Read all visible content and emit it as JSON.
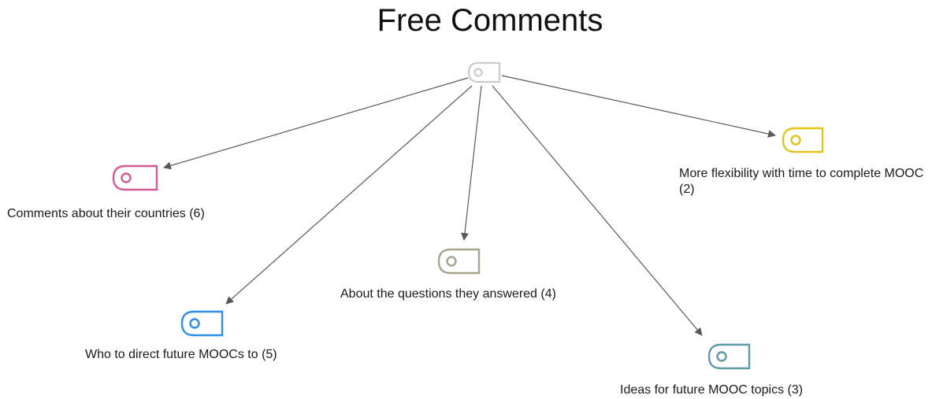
{
  "title": "Free Comments",
  "root": {
    "color": "#c7ccd1",
    "icon": "code-tag-icon"
  },
  "nodes": [
    {
      "id": "countries",
      "label": "Comments about their countries (6)",
      "color": "#d25b93",
      "icon": "code-tag-icon"
    },
    {
      "id": "flexibility",
      "label": "More flexibility with time to complete MOOC (2)",
      "color": "#e6c21d",
      "icon": "code-tag-icon"
    },
    {
      "id": "questions",
      "label": "About the questions they answered (4)",
      "color": "#a8a38c",
      "icon": "code-tag-icon"
    },
    {
      "id": "direct",
      "label": "Who to direct future MOOCs to (5)",
      "color": "#2f8ee8",
      "icon": "code-tag-icon"
    },
    {
      "id": "topics",
      "label": "Ideas for future MOOC topics (3)",
      "color": "#5f9aa6",
      "icon": "code-tag-icon"
    }
  ],
  "edge_color": "#5a5a5a"
}
